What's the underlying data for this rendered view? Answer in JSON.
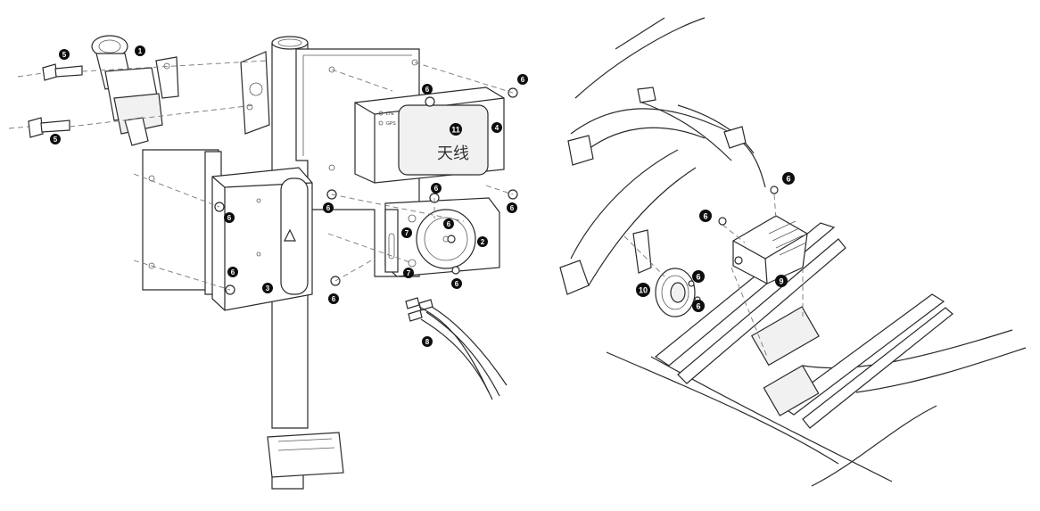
{
  "callouts": [
    {
      "id": "c1",
      "label": "1",
      "part": "ignition-switch"
    },
    {
      "id": "c5a",
      "label": "5",
      "part": "bolt"
    },
    {
      "id": "c5b",
      "label": "5",
      "part": "bolt"
    },
    {
      "id": "c6a",
      "label": "6",
      "part": "screw"
    },
    {
      "id": "c6b",
      "label": "6",
      "part": "screw"
    },
    {
      "id": "c6c",
      "label": "6",
      "part": "screw"
    },
    {
      "id": "c6d",
      "label": "6",
      "part": "screw"
    },
    {
      "id": "c6e",
      "label": "6",
      "part": "screw"
    },
    {
      "id": "c6f",
      "label": "6",
      "part": "screw"
    },
    {
      "id": "c6g",
      "label": "6",
      "part": "screw"
    },
    {
      "id": "c6h",
      "label": "6",
      "part": "screw"
    },
    {
      "id": "c6i",
      "label": "6",
      "part": "screw"
    },
    {
      "id": "c6j",
      "label": "6",
      "part": "screw"
    },
    {
      "id": "c2",
      "label": "2",
      "part": "horn-speaker"
    },
    {
      "id": "c3",
      "label": "3",
      "part": "controller-box"
    },
    {
      "id": "c4",
      "label": "4",
      "part": "telematics-box"
    },
    {
      "id": "c7a",
      "label": "7",
      "part": "bracket-nut"
    },
    {
      "id": "c7b",
      "label": "7",
      "part": "bracket-nut"
    },
    {
      "id": "c8",
      "label": "8",
      "part": "wire-harness"
    },
    {
      "id": "c11",
      "label": "11",
      "part": "antenna"
    },
    {
      "id": "c6k",
      "label": "6",
      "part": "screw"
    },
    {
      "id": "c6l",
      "label": "6",
      "part": "screw"
    },
    {
      "id": "c6m",
      "label": "6",
      "part": "screw"
    },
    {
      "id": "c6n",
      "label": "6",
      "part": "screw"
    },
    {
      "id": "c9",
      "label": "9",
      "part": "regulator"
    },
    {
      "id": "c10",
      "label": "10",
      "part": "buzzer"
    }
  ],
  "module_labels": {
    "lte": "LTE",
    "gps": "GPS",
    "antenna_chars": "天线"
  },
  "colors": {
    "line": "#2a2a2a",
    "callout": "#0d0d0d",
    "callout_text": "#ffffff",
    "background": "#ffffff"
  }
}
